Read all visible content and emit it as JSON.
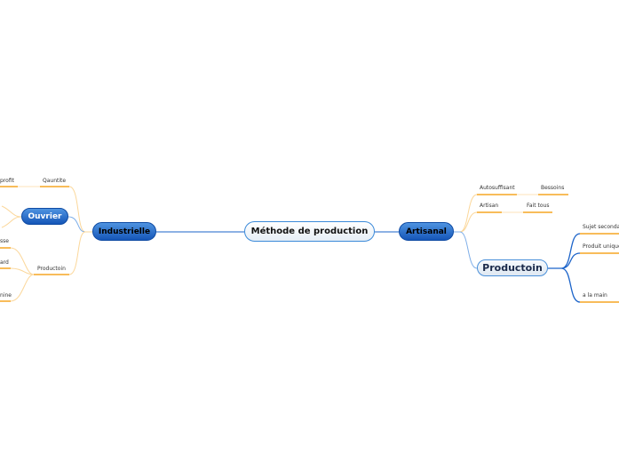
{
  "central": {
    "label": "Méthode de production"
  },
  "left": {
    "main": {
      "label": "Industrielle"
    },
    "ouvrier": {
      "label": "Ouvrier"
    },
    "qauntite": {
      "label": "Qauntite",
      "child": "profit"
    },
    "production": {
      "label": "Productoin",
      "children": [
        "sse",
        "ard",
        "nine"
      ]
    }
  },
  "right": {
    "main": {
      "label": "Artisanal"
    },
    "autosuffisant": {
      "label": "Autosuffisant",
      "child": "Bessoins"
    },
    "artisan": {
      "label": "Artisan",
      "child": "Fait tous"
    },
    "production": {
      "label": "Productoin",
      "children": [
        "Sujet secondai",
        "Produit unique",
        "a la main"
      ]
    }
  },
  "colors": {
    "blue": "#1b63c9",
    "orange": "#f5a623",
    "light_orange": "#fbd79a"
  }
}
